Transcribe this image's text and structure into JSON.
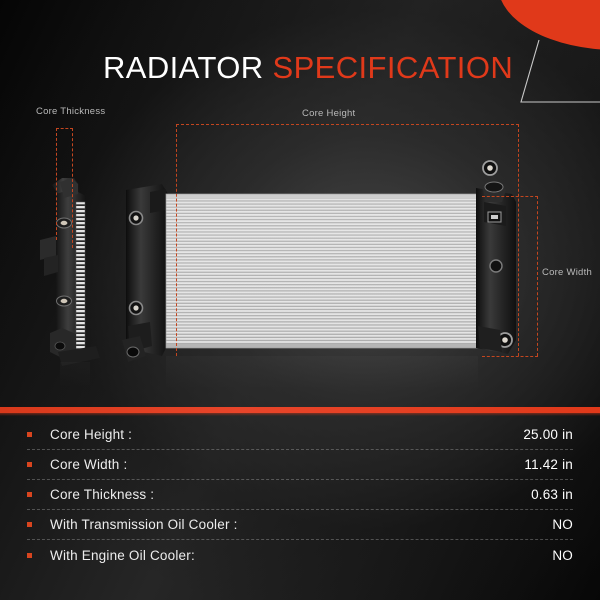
{
  "header": {
    "title_part1": "RADIATOR ",
    "title_part2": "SPECIFICATION",
    "accent_color": "#E0391A",
    "title_color": "#FFFFFF"
  },
  "diagram": {
    "labels": {
      "core_thickness": "Core Thickness",
      "core_height": "Core Height",
      "core_width": "Core Width"
    },
    "guide_color": "#C4461F",
    "product_name": "radiator-assembly"
  },
  "spec_table": {
    "rows": [
      {
        "label": "Core Height :",
        "value": "25.00 in"
      },
      {
        "label": "Core Width :",
        "value": "11.42 in"
      },
      {
        "label": "Core Thickness :",
        "value": "0.63 in"
      },
      {
        "label": "With Transmission Oil Cooler :",
        "value": "NO"
      },
      {
        "label": "With Engine Oil Cooler:",
        "value": "NO"
      }
    ],
    "bullet_color": "#D8451F"
  }
}
